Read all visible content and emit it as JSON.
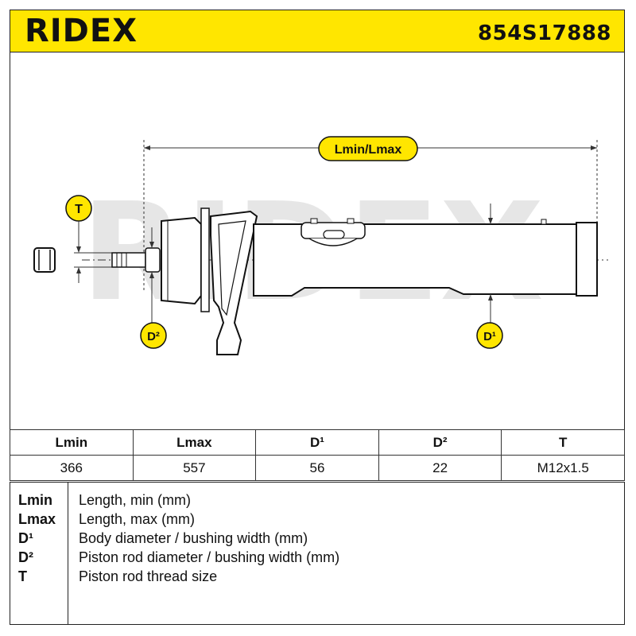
{
  "header": {
    "brand": "RIDEX",
    "part_number": "854S17888"
  },
  "drawing": {
    "length_label": "Lmin/Lmax",
    "thread_label": "T",
    "rod_diameter_label": "D²",
    "body_diameter_label": "D¹",
    "watermark": "RIDEX",
    "colors": {
      "badge": "#ffe600",
      "line": "#111111",
      "watermark": "#e6e6e6"
    }
  },
  "spec_table": {
    "headers": [
      "Lmin",
      "Lmax",
      "D¹",
      "D²",
      "T"
    ],
    "values": [
      "366",
      "557",
      "56",
      "22",
      "M12x1.5"
    ]
  },
  "legend": [
    {
      "key": "Lmin",
      "desc": "Length, min (mm)"
    },
    {
      "key": "Lmax",
      "desc": "Length, max (mm)"
    },
    {
      "key": "D¹",
      "desc": "Body diameter / bushing width (mm)"
    },
    {
      "key": "D²",
      "desc": "Piston rod diameter / bushing width (mm)"
    },
    {
      "key": "T",
      "desc": "Piston rod thread size"
    }
  ]
}
